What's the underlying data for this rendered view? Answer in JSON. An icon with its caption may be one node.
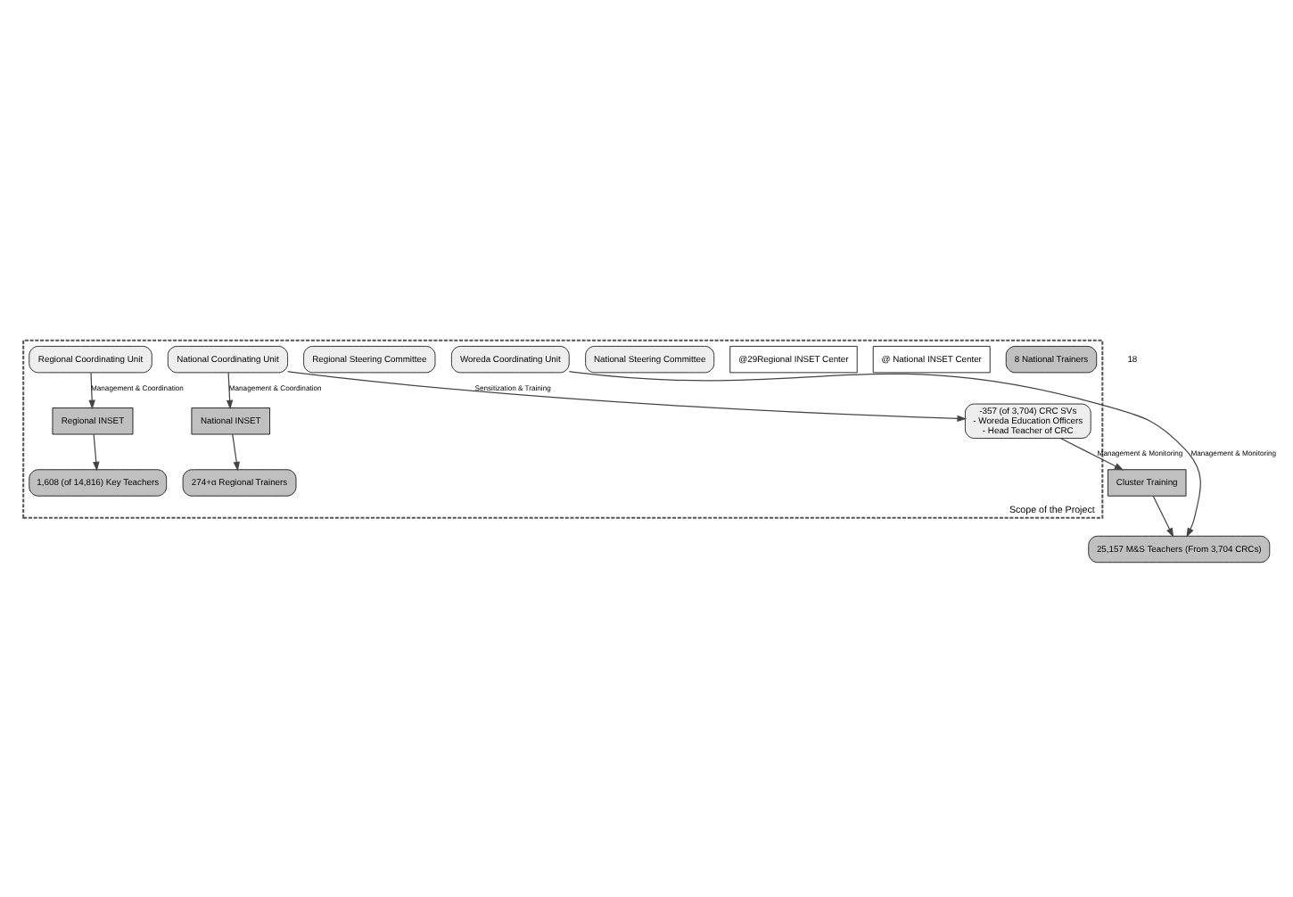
{
  "diagram": {
    "nodes": [
      {
        "text": [
          "Scope of the Project"
        ]
      },
      {
        "text": [
          "8 National Trainers"
        ],
        "in": 0
      },
      {
        "text": [
          "National INSET"
        ],
        "in": 0
      },
      {
        "text": [
          "@ National INSET Center"
        ],
        "in": 0
      },
      {
        "text": [
          "274+α Regional Trainers"
        ],
        "in": 0
      },
      {
        "text": [
          "Regional INSET"
        ],
        "in": 0
      },
      {
        "text": [
          "@29Regional INSET Center"
        ],
        "in": 0
      },
      {
        "text": [
          "-357 (of 3,704) CRC SVs",
          "- Woreda Education Officers",
          "- Head Teacher of CRC"
        ],
        "in": 0
      },
      {
        "text": [
          "1,608 (of 14,816) Key Teachers"
        ],
        "in": 0
      },
      {
        "text": [
          "National Steering Committee"
        ],
        "in": 0
      },
      {
        "text": [
          "National Coordinating Unit"
        ],
        "in": 0
      },
      {
        "text": [
          "Regional Steering Committee"
        ],
        "in": 0
      },
      {
        "text": [
          "Regional Coordinating Unit"
        ],
        "in": 0
      },
      {
        "text": [
          "Woreda Coordinating Unit"
        ],
        "in": 0
      },
      {
        "text": [
          "Cluster Training"
        ]
      },
      {
        "text": [
          "25,157 M&S Teachers (From 3,704 CRCs)"
        ]
      }
    ],
    "edges": [
      {
        "from": 2,
        "to": 4,
        "arrow": "to"
      },
      {
        "from": 5,
        "to": 8,
        "arrow": "to"
      },
      {
        "from": 14,
        "to": 15,
        "arrow": "to"
      },
      {
        "from": 10,
        "to": 2,
        "arrow": "to",
        "label": "Management & Coordination"
      },
      {
        "from": 12,
        "to": 5,
        "arrow": "to",
        "label": "Management & Coordination"
      },
      {
        "from": 10,
        "to": 7,
        "arrow": "to",
        "label": "Sensitization & Training"
      },
      {
        "from": 7,
        "to": 14,
        "arrow": "to",
        "label": "Management & Monitoring"
      },
      {
        "from": 13,
        "to": 15,
        "arrow": "to",
        "label": "Management & Monitoring"
      }
    ],
    "labels": [
      "18"
    ]
  }
}
